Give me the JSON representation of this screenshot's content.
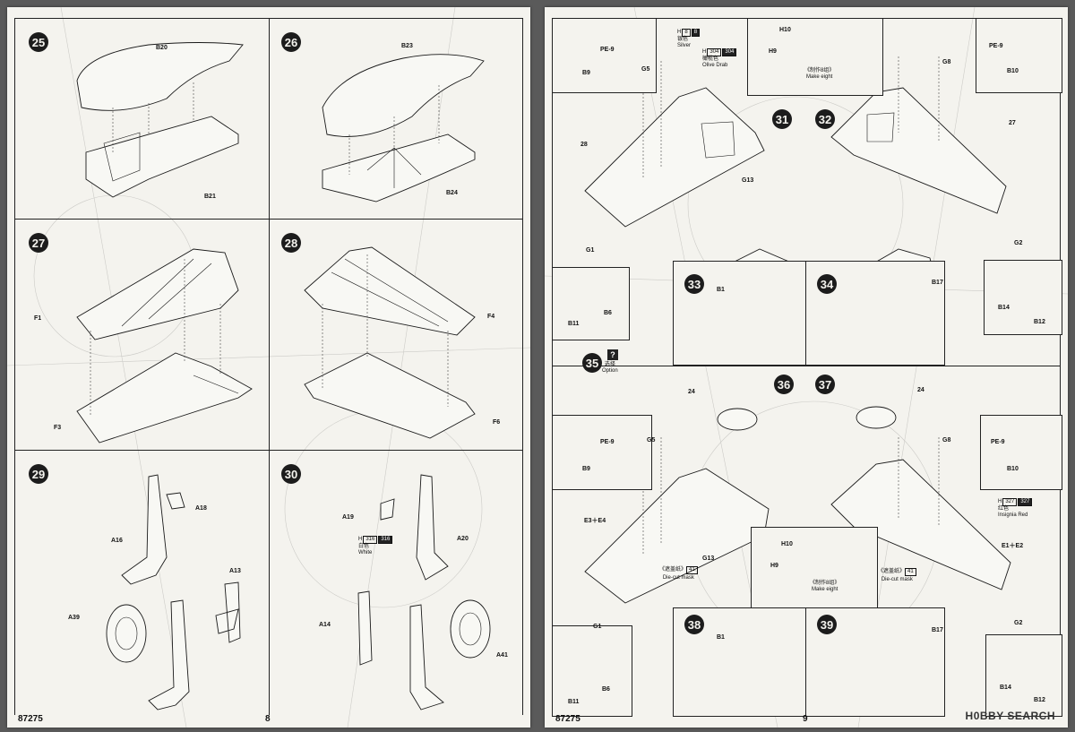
{
  "left_page": {
    "code": "87275",
    "page_number": "8",
    "steps": [
      {
        "num": "25",
        "parts": [
          "B20",
          "B21"
        ]
      },
      {
        "num": "26",
        "parts": [
          "B23",
          "B24"
        ]
      },
      {
        "num": "27",
        "parts": [
          "F1",
          "F3"
        ]
      },
      {
        "num": "28",
        "parts": [
          "F4",
          "F6"
        ]
      },
      {
        "num": "29",
        "parts": [
          "A18",
          "A16",
          "A13",
          "A39"
        ]
      },
      {
        "num": "30",
        "parts": [
          "A19",
          "A20",
          "A14",
          "A41"
        ]
      }
    ],
    "paint_white": {
      "code": "H",
      "n1": "316",
      "n2": "316",
      "cn": "白色",
      "en": "White"
    }
  },
  "right_page": {
    "code": "87275",
    "page_number": "9",
    "steps": [
      "31",
      "32",
      "33",
      "34",
      "35",
      "36",
      "37",
      "38",
      "39"
    ],
    "parts_top": {
      "pe9": "PE-9",
      "b9": "B9",
      "g5": "G5",
      "g8": "G8",
      "b10": "B10",
      "h10": "H10",
      "h9": "H9",
      "p28": "28",
      "p27": "27",
      "g13": "G13",
      "g1": "G1",
      "g2": "G2",
      "b11": "B11",
      "b6": "B6",
      "b14": "B14",
      "b12": "B12",
      "b1": "B1",
      "b17": "B17"
    },
    "parts_bottom": {
      "pe9": "PE-9",
      "b9": "B9",
      "g5": "G5",
      "g8": "G8",
      "b10": "B10",
      "h10": "H10",
      "h9": "H9",
      "p24a": "24",
      "p24b": "24",
      "e3e4": "E3＋E4",
      "e1e2": "E1＋E2",
      "g13": "G13",
      "g1": "G1",
      "g2": "G2",
      "b11": "B11",
      "b6": "B6",
      "b14": "B14",
      "b12": "B12",
      "b1": "B1",
      "b17": "B17"
    },
    "paint_silver": {
      "code": "H",
      "n1": "8",
      "n2": "8",
      "cn": "银色",
      "en": "Silver"
    },
    "paint_olive": {
      "code": "H",
      "n1": "304",
      "n2": "304",
      "cn": "橄榄色",
      "en": "Olive Drab"
    },
    "paint_red": {
      "code": "H",
      "n1": "327",
      "n2": "327",
      "cn": "红色",
      "en": "Insignia Red"
    },
    "make_eight_cn": "《制作8组》",
    "make_eight_en": "Make eight",
    "option_cn": "选择",
    "option_en": "Option",
    "mask_cn": "《遮盖纸》",
    "mask_num": "41",
    "mask_en": "Die-cut mask",
    "watermark": "H0BBY SEARCH"
  }
}
